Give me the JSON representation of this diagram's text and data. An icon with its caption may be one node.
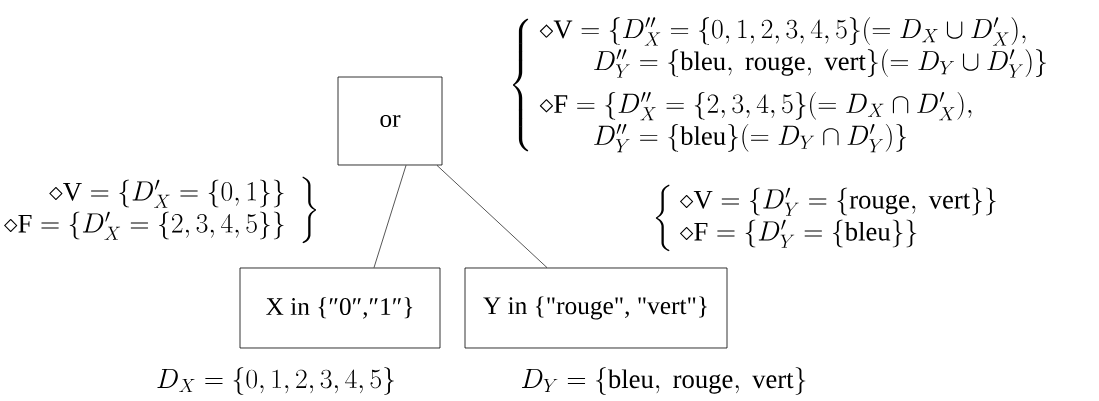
{
  "diagram": {
    "nodes": [
      {
        "text": [
          "or"
        ]
      },
      {
        "text": [
          "X in {″0″,″1″}"
        ],
        "beside": [
          "\\left.\\begin{array}{r}\\diamond\\mathrm{V}=\\{D'_X=\\{0,1\\}\\}\\\\ \\diamond\\mathrm{F}=\\{D'_X=\\{2,3,4,5\\}\\}\\end{array}\\ \\right\\}",
          "D_X=\\{0,1,2,3,4,5\\}"
        ]
      },
      {
        "text": [
          "Y in {\"rouge\", \"vert\"}"
        ],
        "beside": [
          "\\left\\{\\begin{array}{l}\\diamond\\mathrm{V}=\\{D'_Y=\\{\\mathrm{rouge,\\ vert}\\}\\}\\\\ \\diamond\\mathrm{F}=\\{D'_Y=\\{\\mathrm{bleu}\\}\\}\\end{array}\\right.",
          "D_Y=\\{\\mathrm{bleu,\\ rouge,\\ vert}\\}"
        ]
      }
    ],
    "edges": [
      {
        "from": 0,
        "to": 1,
        "arrow": "none"
      },
      {
        "from": 0,
        "to": 2,
        "arrow": "none"
      }
    ],
    "labels": [
      "\\left\\{\\begin{array}{l}\\diamond\\mathrm{V}=\\{D''_X=\\{0,1,2,3,4,5\\}(=D_X\\cup D'_X),\\\\ \\qquad D''_Y=\\{\\mathrm{bleu,\\ rouge,\\ vert}\\}(=D_Y\\cup D'_Y)\\}\\\\[8pt] \\diamond\\mathrm{F}=\\{D''_X=\\{2,3,4,5\\}(=D_X\\cap D'_X),\\\\ \\qquad D''_Y=\\{\\mathrm{bleu}\\}(=D_Y\\cap D'_Y)\\}\\end{array}\\right."
    ]
  }
}
